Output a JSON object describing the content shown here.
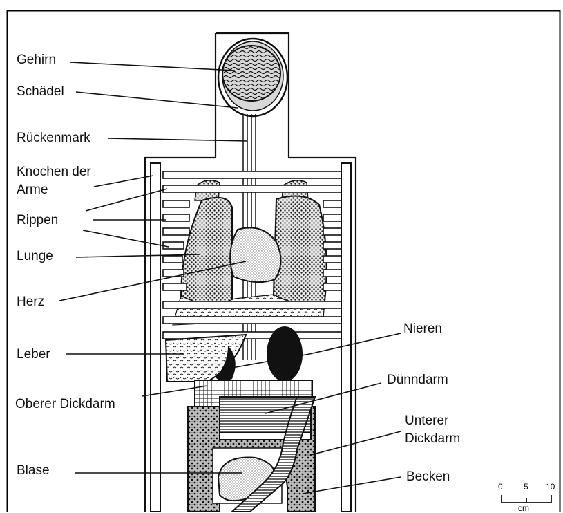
{
  "labels": {
    "gehirn": "Gehirn",
    "schaedel": "Schädel",
    "rueckenmark": "Rückenmark",
    "knochen_line1": "Knochen der",
    "knochen_line2": "Arme",
    "rippen": "Rippen",
    "lunge": "Lunge",
    "herz": "Herz",
    "leber": "Leber",
    "oberer_dickdarm": "Oberer Dickdarm",
    "blase": "Blase",
    "nieren": "Nieren",
    "duenndarm": "Dünndarm",
    "unterer_line1": "Unterer",
    "unterer_line2": "Dickdarm",
    "becken": "Becken"
  },
  "scale_bar": {
    "ticks": [
      "0",
      "5",
      "10"
    ],
    "unit": "cm"
  }
}
